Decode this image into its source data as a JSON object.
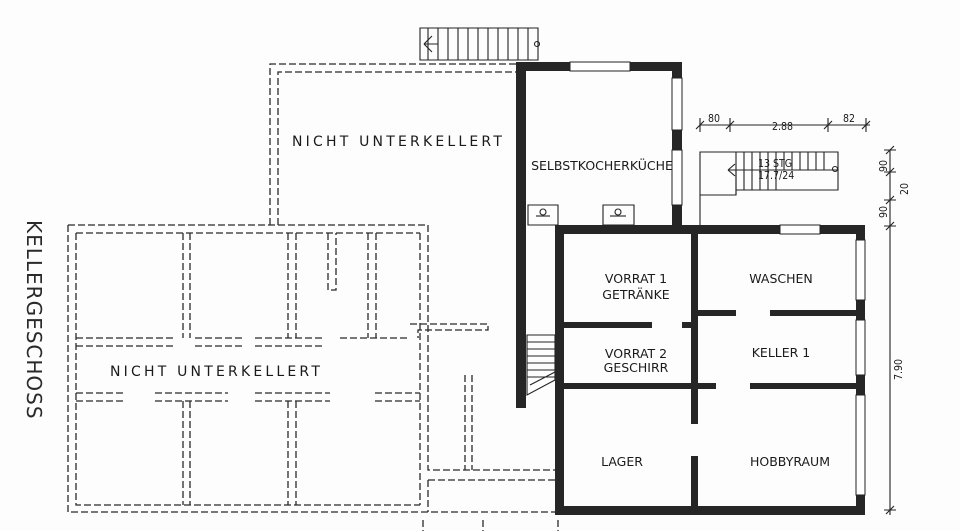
{
  "drawing": {
    "title": "KELLERGESCHOSS",
    "unexcavated_labels": [
      "NICHT UNTERKELLERT",
      "NICHT UNTERKELLERT"
    ],
    "rooms": {
      "kitchen": "SELBSTKOCHERKÜCHE",
      "storage1_line1": "VORRAT 1",
      "storage1_line2": "GETRÄNKE",
      "storage2_line1": "VORRAT 2",
      "storage2_line2": "GESCHIRR",
      "laundry": "WASCHEN",
      "cellar": "KELLER 1",
      "store": "LAGER",
      "hobby": "HOBBYRAUM"
    },
    "stair_note_line1": "13 STG",
    "stair_note_line2": "17.7/24",
    "dimensions": {
      "top_left": "80",
      "top_mid": "2.88",
      "top_right": "82",
      "side_upper": "90",
      "side_sep": "20",
      "side_lower": "90",
      "side_height": "7.90"
    }
  }
}
